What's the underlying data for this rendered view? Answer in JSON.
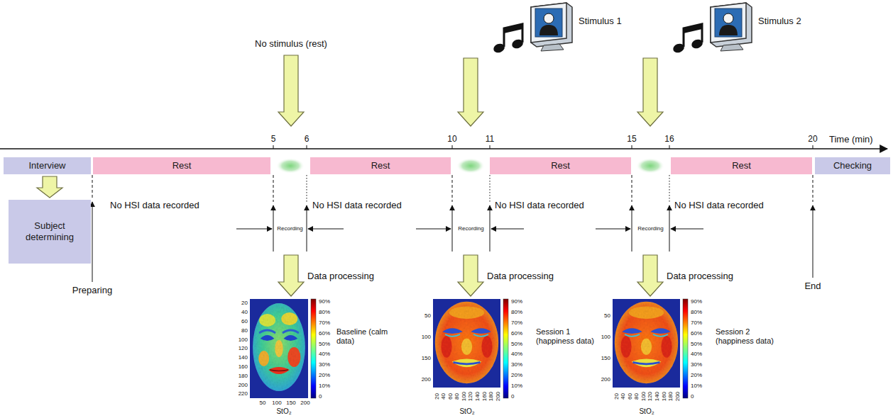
{
  "diagram": {
    "nodes": [
      {
        "text": [
          "Interview"
        ]
      },
      {
        "text": [
          "Rest"
        ]
      },
      {
        "text": [
          "Rest"
        ]
      },
      {
        "text": [
          "Rest"
        ]
      },
      {
        "text": [
          "Rest"
        ]
      },
      {
        "text": [
          "Checking"
        ]
      },
      {
        "text": [
          "Subject determining"
        ]
      }
    ],
    "edges": [
      {
        "from": 0,
        "to": 6,
        "arrow": "to"
      }
    ],
    "labels": [
      "No stimulus (rest)",
      "Stimulus 1",
      "Stimulus 2",
      "Time (min)",
      "5",
      "6",
      "10",
      "11",
      "15",
      "16",
      "20",
      "No HSI data recorded",
      "No HSI data recorded",
      "No HSI data recorded",
      "No HSI data recorded",
      "Recording",
      "Recording",
      "Recording",
      "Preparing",
      "End",
      "Data processing",
      "Data processing",
      "Data processing",
      "20",
      "40",
      "60",
      "80",
      "100",
      "120",
      "140",
      "160",
      "180",
      "200",
      "220",
      "90%",
      "80%",
      "70%",
      "60%",
      "50%",
      "40%",
      "30%",
      "20%",
      "10%",
      "0",
      "50",
      "100",
      "150",
      "200",
      "StO₂",
      "Baseline (calm data)",
      "50",
      "100",
      "150",
      "200",
      "90%",
      "80%",
      "70%",
      "60%",
      "50%",
      "40%",
      "30%",
      "20%",
      "10%",
      "0",
      "20",
      "40",
      "60",
      "80",
      "100",
      "120",
      "140",
      "160",
      "180",
      "200",
      "StO₂",
      "Session 1 (happiness data)",
      "50",
      "100",
      "150",
      "200",
      "90%",
      "80%",
      "70%",
      "60%",
      "50%",
      "40%",
      "30%",
      "20%",
      "10%",
      "0",
      "20",
      "40",
      "60",
      "80",
      "100",
      "120",
      "140",
      "160",
      "180",
      "200",
      "StO₂",
      "Session 2 (happiness data)"
    ]
  }
}
